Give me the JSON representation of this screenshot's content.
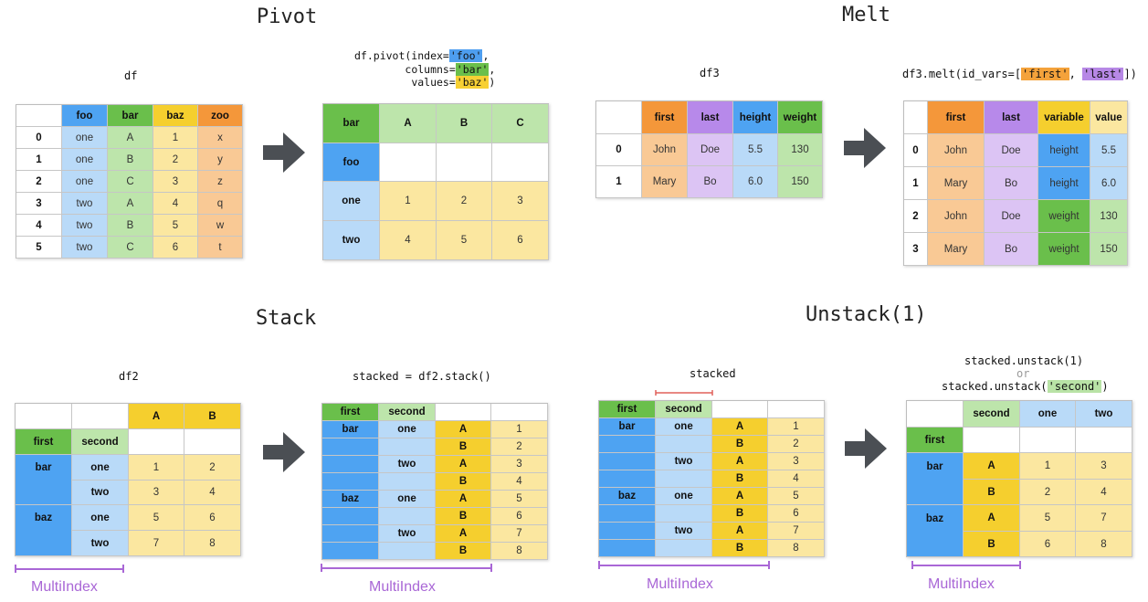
{
  "titles": {
    "pivot": "Pivot",
    "melt": "Melt",
    "stack": "Stack",
    "unstack": "Unstack(1)"
  },
  "labels": {
    "df": "df",
    "df3": "df3",
    "df2": "df2",
    "stacked_expr": "stacked = df2.stack()",
    "stacked": "stacked",
    "multiindex": "MultiIndex"
  },
  "code": {
    "pivot_l1a": "df.pivot(index=",
    "pivot_l1b": "'foo'",
    "pivot_l1c": ",",
    "pivot_l2a": "columns=",
    "pivot_l2b": "'bar'",
    "pivot_l2c": ",",
    "pivot_l3a": "values=",
    "pivot_l3b": "'baz'",
    "pivot_l3c": ")",
    "melt_a": "df3.melt(id_vars=[",
    "melt_b": "'first'",
    "melt_c": ", ",
    "melt_d": "'last'",
    "melt_e": "])",
    "unstack_l1": "stacked.unstack(1)",
    "unstack_or": "or",
    "unstack_l3a": "stacked.unstack(",
    "unstack_l3b": "'second'",
    "unstack_l3c": ")"
  },
  "df": {
    "columns": [
      "foo",
      "bar",
      "baz",
      "zoo"
    ],
    "index": [
      "0",
      "1",
      "2",
      "3",
      "4",
      "5"
    ],
    "rows": [
      [
        "one",
        "A",
        "1",
        "x"
      ],
      [
        "one",
        "B",
        "2",
        "y"
      ],
      [
        "one",
        "C",
        "3",
        "z"
      ],
      [
        "two",
        "A",
        "4",
        "q"
      ],
      [
        "two",
        "B",
        "5",
        "w"
      ],
      [
        "two",
        "C",
        "6",
        "t"
      ]
    ]
  },
  "pivot": {
    "corner": "bar",
    "index_name": "foo",
    "columns": [
      "A",
      "B",
      "C"
    ],
    "index": [
      "one",
      "two"
    ],
    "rows": [
      [
        "1",
        "2",
        "3"
      ],
      [
        "4",
        "5",
        "6"
      ]
    ]
  },
  "df3": {
    "columns": [
      "first",
      "last",
      "height",
      "weight"
    ],
    "index": [
      "0",
      "1"
    ],
    "rows": [
      [
        "John",
        "Doe",
        "5.5",
        "130"
      ],
      [
        "Mary",
        "Bo",
        "6.0",
        "150"
      ]
    ]
  },
  "melt": {
    "columns": [
      "first",
      "last",
      "variable",
      "value"
    ],
    "index": [
      "0",
      "1",
      "2",
      "3"
    ],
    "rows": [
      [
        "John",
        "Doe",
        "height",
        "5.5"
      ],
      [
        "Mary",
        "Bo",
        "height",
        "6.0"
      ],
      [
        "John",
        "Doe",
        "weight",
        "130"
      ],
      [
        "Mary",
        "Bo",
        "weight",
        "150"
      ]
    ]
  },
  "df2": {
    "columns": [
      "A",
      "B"
    ],
    "index_names": [
      "first",
      "second"
    ],
    "first": [
      "bar",
      "baz"
    ],
    "second": [
      "one",
      "two",
      "one",
      "two"
    ],
    "rows": [
      [
        "1",
        "2"
      ],
      [
        "3",
        "4"
      ],
      [
        "5",
        "6"
      ],
      [
        "7",
        "8"
      ]
    ]
  },
  "stacked": {
    "index_names": [
      "first",
      "second"
    ],
    "first": [
      "bar",
      "baz"
    ],
    "second": [
      "one",
      "two",
      "one",
      "two"
    ],
    "third": [
      "A",
      "B",
      "A",
      "B",
      "A",
      "B",
      "A",
      "B"
    ],
    "values": [
      "1",
      "2",
      "3",
      "4",
      "5",
      "6",
      "7",
      "8"
    ]
  },
  "unstacked": {
    "col_name": "second",
    "columns": [
      "one",
      "two"
    ],
    "index_name": "first",
    "first": [
      "bar",
      "baz"
    ],
    "third": [
      "A",
      "B",
      "A",
      "B"
    ],
    "rows": [
      [
        "1",
        "3"
      ],
      [
        "2",
        "4"
      ],
      [
        "5",
        "7"
      ],
      [
        "6",
        "8"
      ]
    ]
  }
}
